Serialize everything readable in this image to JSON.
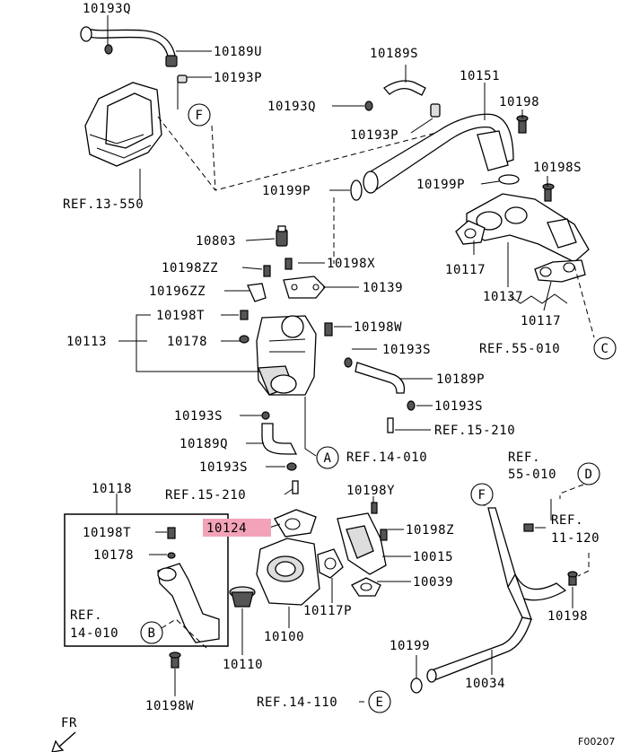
{
  "labels": {
    "p10193Q_a": "10193Q",
    "p10189U": "10189U",
    "p10193P_a": "10193P",
    "p10189S": "10189S",
    "p10151": "10151",
    "p10198_a": "10198",
    "p10193Q_b": "10193Q",
    "p10193P_b": "10193P",
    "p10198S": "10198S",
    "ref13_550": "REF.13-550",
    "p10199P_a": "10199P",
    "p10199P_b": "10199P",
    "p10803": "10803",
    "p10198ZZ": "10198ZZ",
    "p10198X": "10198X",
    "p10117_a": "10117",
    "p10196ZZ": "10196ZZ",
    "p10139": "10139",
    "p10137": "10137",
    "p10198T_a": "10198T",
    "p10198W_a": "10198W",
    "p10117_b": "10117",
    "p10113": "10113",
    "p10178_a": "10178",
    "p10193S_a": "10193S",
    "ref55_010_a": "REF.55-010",
    "p10189P": "10189P",
    "p10193S_b": "10193S",
    "p10193S_c": "10193S",
    "ref15_210_a": "REF.15-210",
    "p10189Q": "10189Q",
    "ref14_010_a": "REF.14-010",
    "p10193S_d": "10193S",
    "ref_b1": "REF.",
    "ref_b2": "55-010",
    "p10118": "10118",
    "ref15_210_b": "REF.15-210",
    "p10198Y": "10198Y",
    "p10198T_b": "10198T",
    "p10124": "10124",
    "p10198Z": "10198Z",
    "ref11_a": "REF.",
    "ref11_b": "11-120",
    "p10178_b": "10178",
    "p10015": "10015",
    "p10039": "10039",
    "ref14_010_b1": "REF.",
    "ref14_010_b2": "14-010",
    "p10117P": "10117P",
    "p10198_b": "10198",
    "p10100": "10100",
    "p10110": "10110",
    "p10199": "10199",
    "p10034": "10034",
    "p10198W_b": "10198W",
    "ref14_110": "REF.14-110",
    "fr": "FR",
    "fig_code": "F00207"
  },
  "callouts": {
    "A": "A",
    "B": "B",
    "C": "C",
    "D": "D",
    "E": "E",
    "F1": "F",
    "F2": "F"
  },
  "highlight_color": "#f3a3b8"
}
